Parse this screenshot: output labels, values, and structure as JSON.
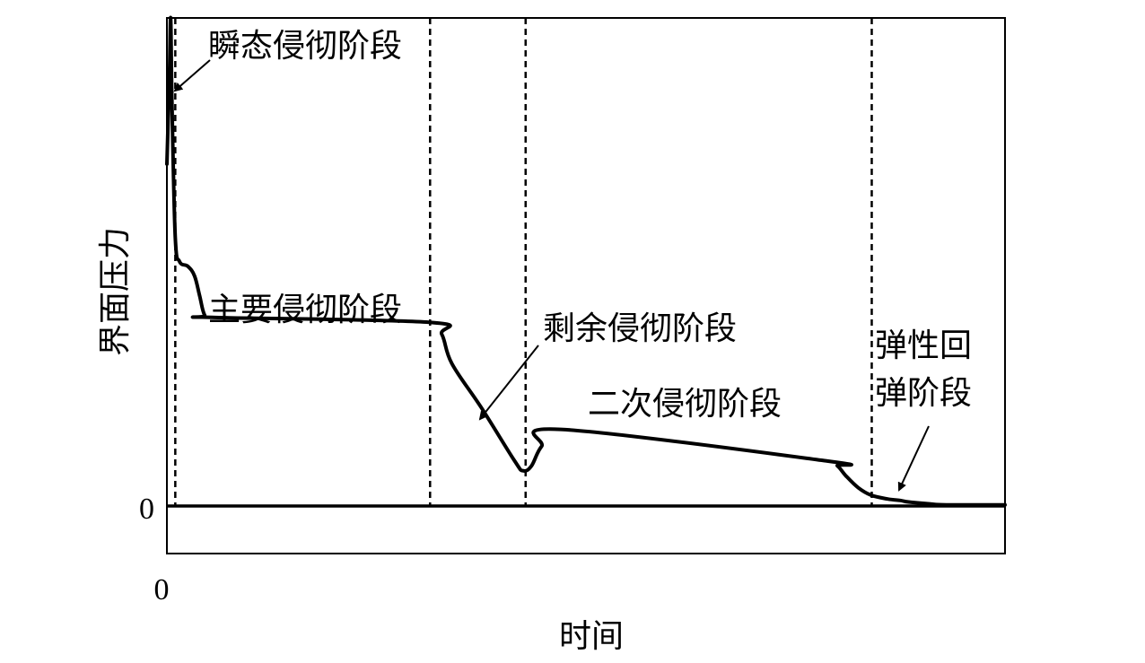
{
  "chart_data": {
    "type": "line",
    "title": "",
    "xlabel": "时间",
    "ylabel": "界面压力",
    "x_ticks": [
      "0"
    ],
    "y_ticks": [
      "0"
    ],
    "xlim": [
      0,
      100
    ],
    "ylim": [
      -10,
      100
    ],
    "grid": false,
    "series": [
      {
        "x": [
          0.0,
          0.3,
          0.45,
          0.6,
          1.0,
          1.5,
          2.5,
          3.3,
          3.9,
          4.5,
          5.4,
          31.3,
          32.8,
          34.0,
          37.5,
          41.5,
          42.5,
          43.5,
          44.7,
          47.0,
          78.8,
          80.0,
          81.0,
          82.5,
          84.0,
          86.0,
          87.5,
          88.5,
          91.0,
          93.0,
          100.0
        ],
        "y": [
          70,
          88,
          100,
          83,
          55,
          50,
          49,
          47,
          43,
          39,
          38.5,
          37.5,
          35,
          29,
          20,
          9,
          7,
          8,
          12,
          15.5,
          9,
          8,
          6,
          3.5,
          2,
          1.2,
          0.9,
          0.6,
          0.2,
          0,
          0
        ]
      }
    ],
    "stage_boundaries_x": [
      1.0,
      31.4,
      42.8,
      84.1
    ],
    "annotations": [
      {
        "text": "瞬态侵彻阶段",
        "lines": [
          "瞬态侵彻阶段"
        ],
        "arrow": true
      },
      {
        "text": "主要侵彻阶段",
        "lines": [
          "主要侵彻阶段"
        ],
        "arrow": false
      },
      {
        "text": "剩余侵彻阶段",
        "lines": [
          "剩余侵彻阶段"
        ],
        "arrow": true
      },
      {
        "text": "二次侵彻阶段",
        "lines": [
          "二次侵彻阶段"
        ],
        "arrow": false
      },
      {
        "text": "弹性回弹阶段",
        "lines": [
          "弹性回",
          "弹阶段"
        ],
        "arrow": true
      }
    ]
  }
}
